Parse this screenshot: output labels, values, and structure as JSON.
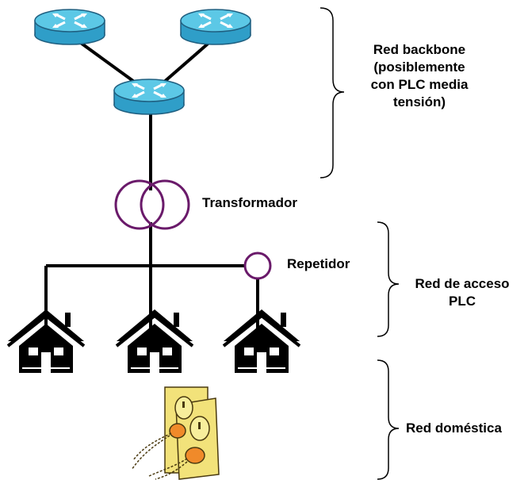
{
  "labels": {
    "backbone": [
      "Red backbone",
      "(posiblemente",
      "con PLC media",
      "tensión)"
    ],
    "transformer": "Transformador",
    "repeater": "Repetidor",
    "access": [
      "Red de acceso",
      "PLC"
    ],
    "home": "Red doméstica"
  },
  "colors": {
    "router_top": "#5cc8e6",
    "router_side": "#2f9ec8",
    "router_outline": "#1f5f80",
    "line": "#000000",
    "coil": "#6a1a6a",
    "house": "#000000",
    "outlet": "#f2e27a",
    "outlet_outline": "#4a3a10",
    "plug": "#f08a2a"
  },
  "icons": [
    "router-icon",
    "transformer-icon",
    "repeater-icon",
    "house-icon",
    "power-outlet-icon"
  ]
}
